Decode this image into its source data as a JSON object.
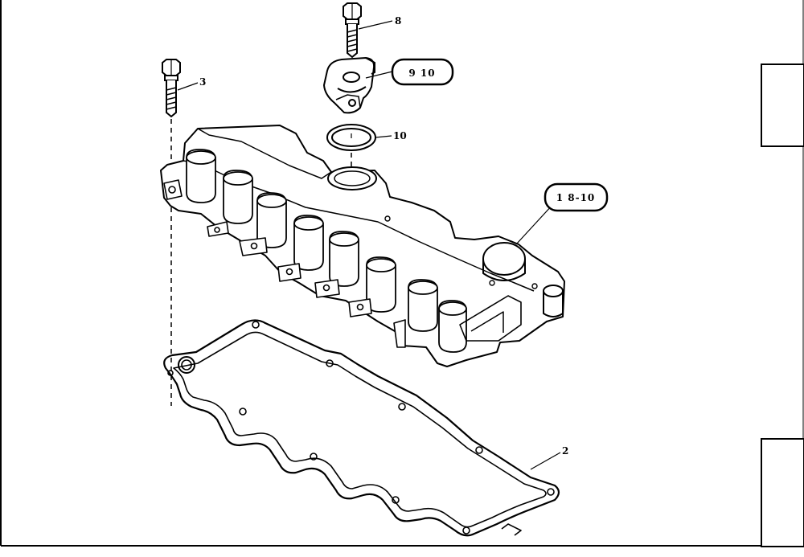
{
  "diagram": {
    "callouts": {
      "bolt_long": "8",
      "bolt_short": "3",
      "cap_ref": "9 10",
      "seal_ring": "10",
      "cover_ref": "1 8-10",
      "gasket": "2"
    }
  },
  "colors": {
    "line": "#000000",
    "background": "#ffffff"
  }
}
